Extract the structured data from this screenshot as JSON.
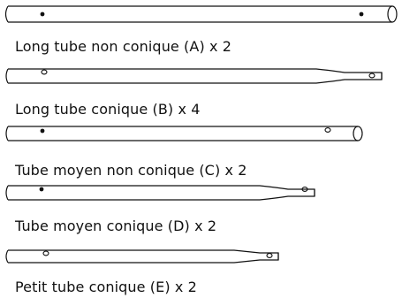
{
  "items": [
    {
      "label": "Long tube non conique (A) x 2"
    },
    {
      "label": "Long tube conique (B) x 4"
    },
    {
      "label": "Tube moyen non conique (C) x 2"
    },
    {
      "label": "Tube moyen conique (D) x 2"
    },
    {
      "label": "Petit tube conique (E) x 2"
    }
  ],
  "colors": {
    "line": "#111111",
    "background": "#ffffff"
  }
}
